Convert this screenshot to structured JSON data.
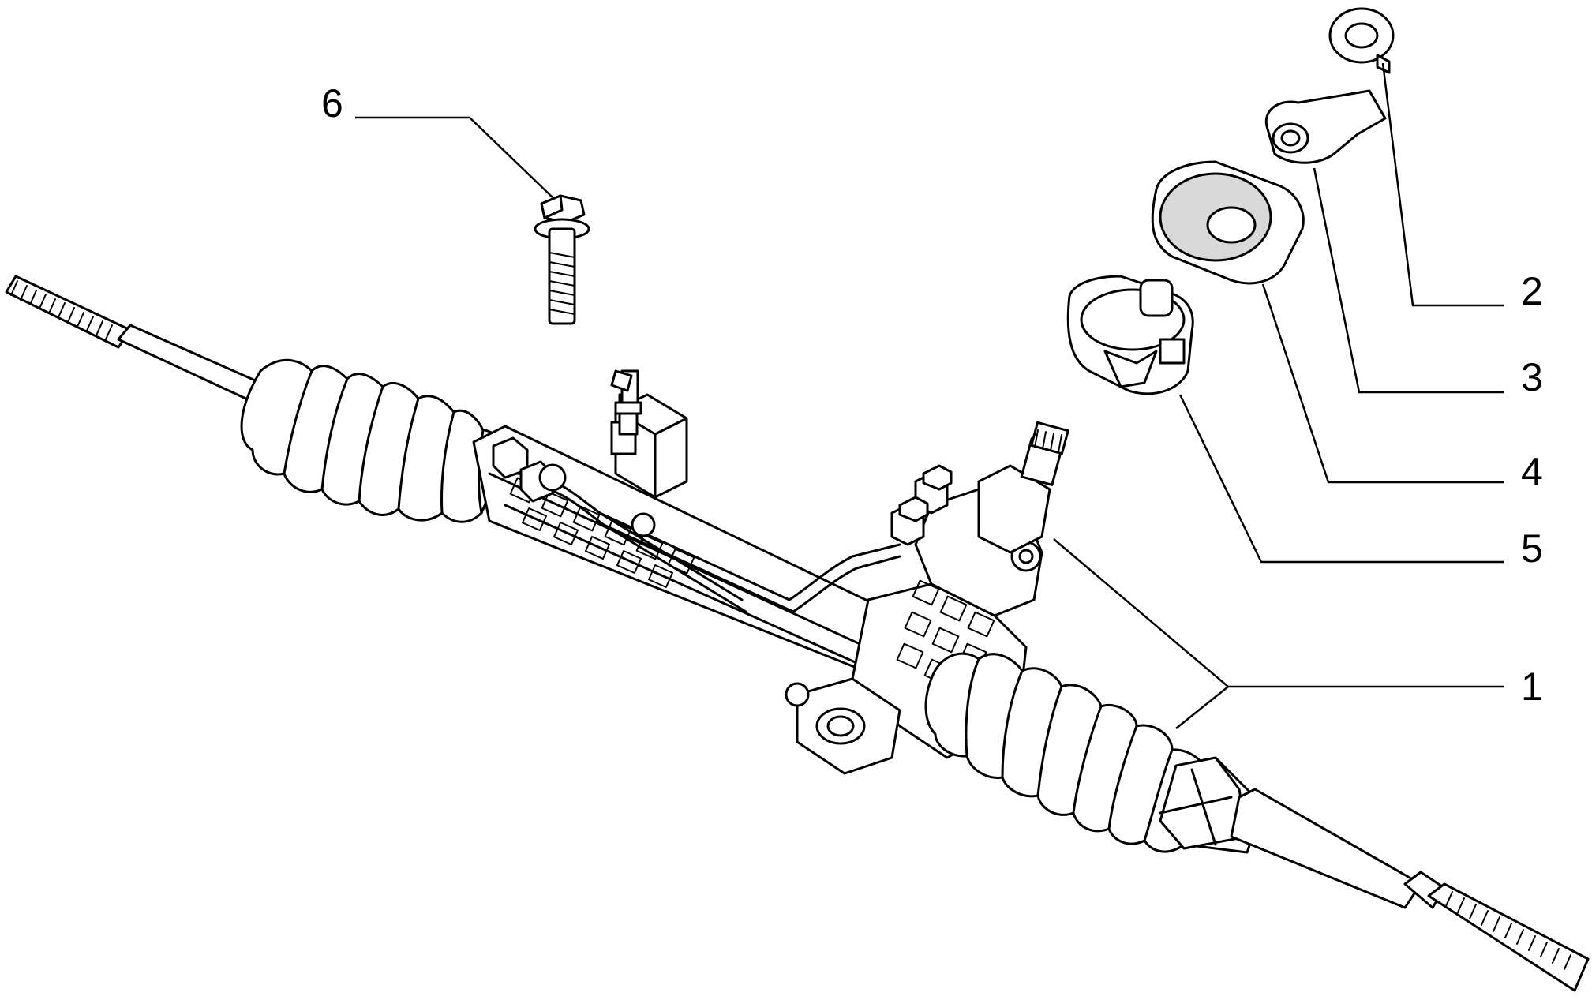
{
  "callouts": [
    {
      "id": "1",
      "label": "1"
    },
    {
      "id": "2",
      "label": "2"
    },
    {
      "id": "3",
      "label": "3"
    },
    {
      "id": "4",
      "label": "4"
    },
    {
      "id": "5",
      "label": "5"
    },
    {
      "id": "6",
      "label": "6"
    }
  ],
  "icons": {
    "steering_rack": "steering-rack-assembly-icon",
    "bolt": "flange-bolt-icon",
    "clamp_ring": "clamp-ring-icon",
    "bracket": "mounting-bracket-icon",
    "bushing": "rubber-bushing-icon",
    "mount": "rack-mount-icon"
  }
}
